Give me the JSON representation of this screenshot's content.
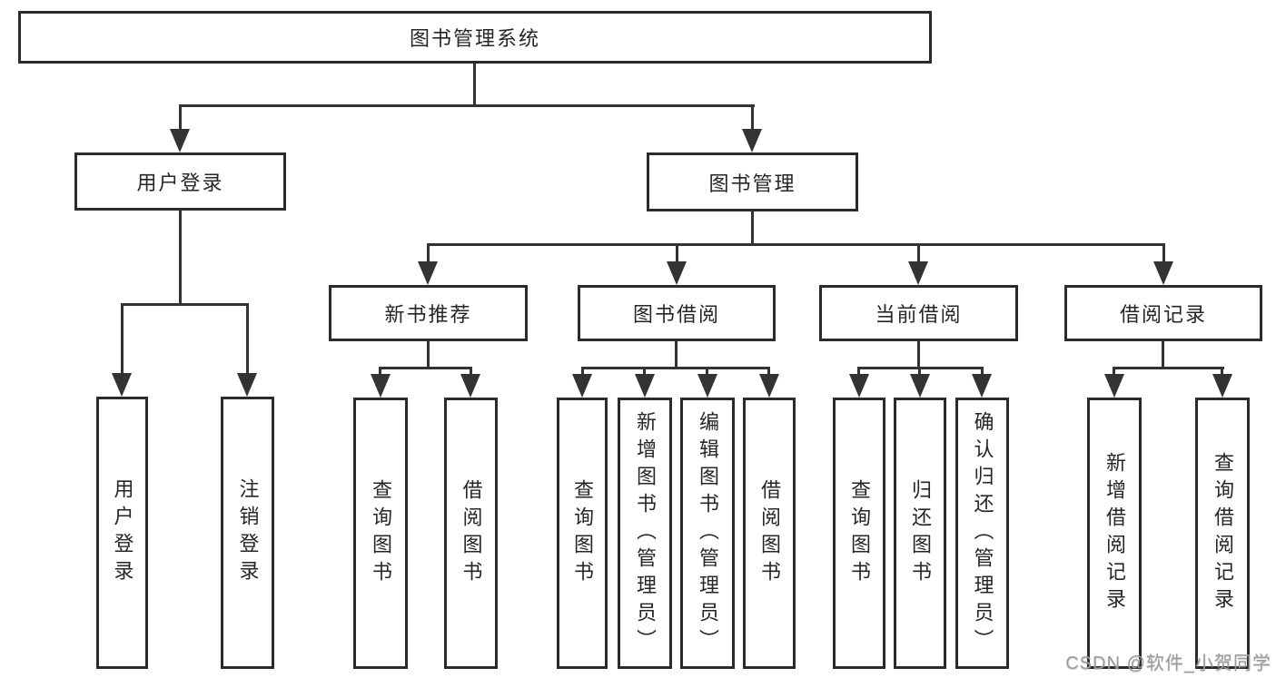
{
  "diagram": {
    "root": "图书管理系统",
    "level2": [
      {
        "label": "用户登录"
      },
      {
        "label": "图书管理"
      }
    ],
    "level3": [
      {
        "label": "新书推荐"
      },
      {
        "label": "图书借阅"
      },
      {
        "label": "当前借阅"
      },
      {
        "label": "借阅记录"
      }
    ],
    "leaves": {
      "user_login": [
        "用户登录",
        "注销登录"
      ],
      "new_book": [
        "查询图书",
        "借阅图书"
      ],
      "borrow": [
        "查询图书",
        "新增图书（管理员）",
        "编辑图书（管理员）",
        "借阅图书"
      ],
      "current": [
        "查询图书",
        "归还图书",
        "确认归还（管理员）"
      ],
      "records": [
        "新增借阅记录",
        "查询借阅记录"
      ]
    }
  },
  "watermark": "CSDN @软件_小贺同学",
  "colors": {
    "line": "#333333",
    "border": "#2b2b2b",
    "text": "#262626",
    "background": "#ffffff",
    "watermark": "#9b9b9b"
  }
}
